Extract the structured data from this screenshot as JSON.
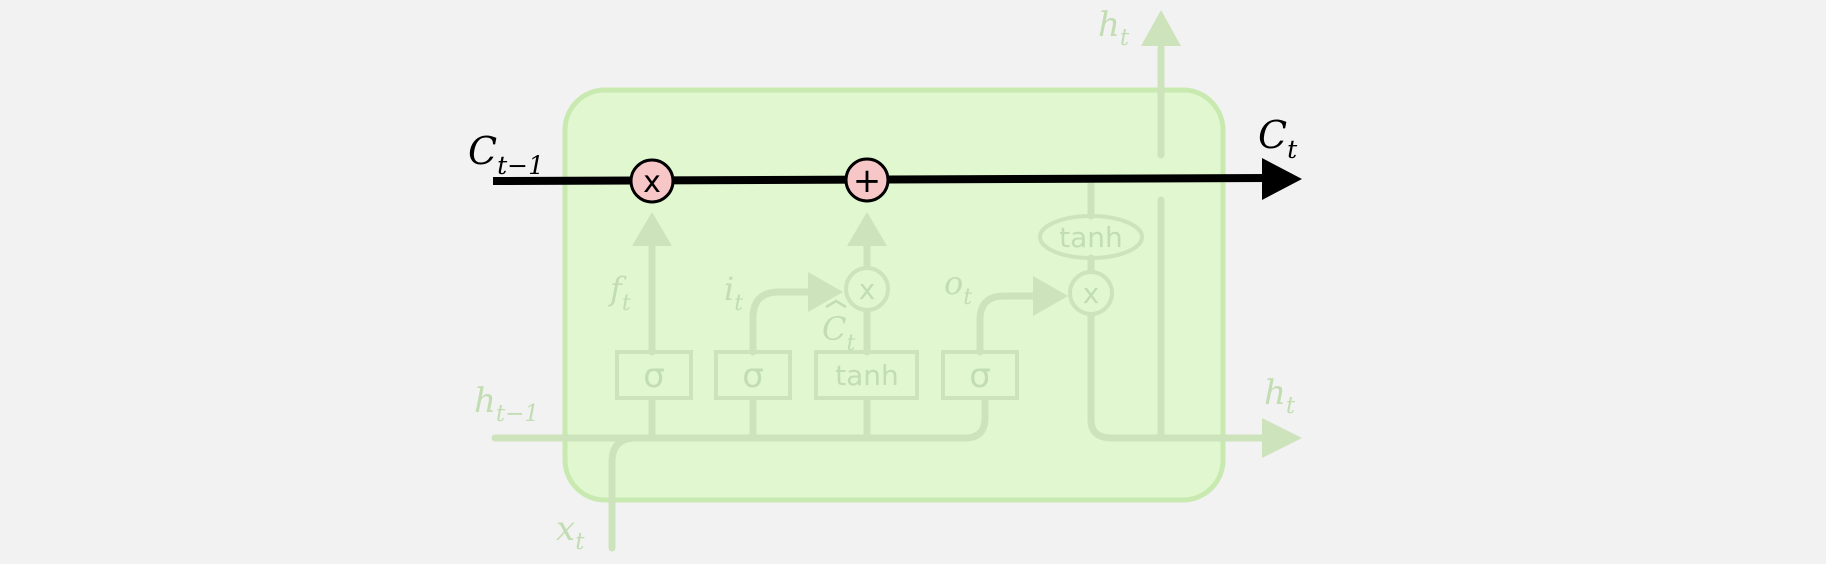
{
  "diagram": {
    "labels": {
      "c_prev": {
        "base": "C",
        "sub": "t−1"
      },
      "c_out": {
        "base": "C",
        "sub": "t"
      },
      "h_top": {
        "base": "h",
        "sub": "t"
      },
      "h_prev": {
        "base": "h",
        "sub": "t−1"
      },
      "h_out": {
        "base": "h",
        "sub": "t"
      },
      "x_in": {
        "base": "x",
        "sub": "t"
      },
      "f_gate": {
        "base": "f",
        "sub": "t"
      },
      "i_gate": {
        "base": "i",
        "sub": "t"
      },
      "o_gate": {
        "base": "o",
        "sub": "t"
      },
      "c_tilde": {
        "base": "C",
        "sub": "t"
      }
    },
    "ops": {
      "forget_multiply": "x",
      "cell_add": "+",
      "input_multiply": "x",
      "output_multiply": "x"
    },
    "layers": {
      "sigma_f": "σ",
      "sigma_i": "σ",
      "tanh_layer": "tanh",
      "sigma_o": "σ",
      "tanh_out": "tanh"
    },
    "colors": {
      "background": "#f2f2f2",
      "cell_fill": "#e0f7d0",
      "cell_stroke": "#c8eab0",
      "faded_green": "#cde3bc",
      "faded_text": "#c2ddb2",
      "highlight_line": "#000000",
      "op_fill": "#f7c6c6"
    }
  }
}
